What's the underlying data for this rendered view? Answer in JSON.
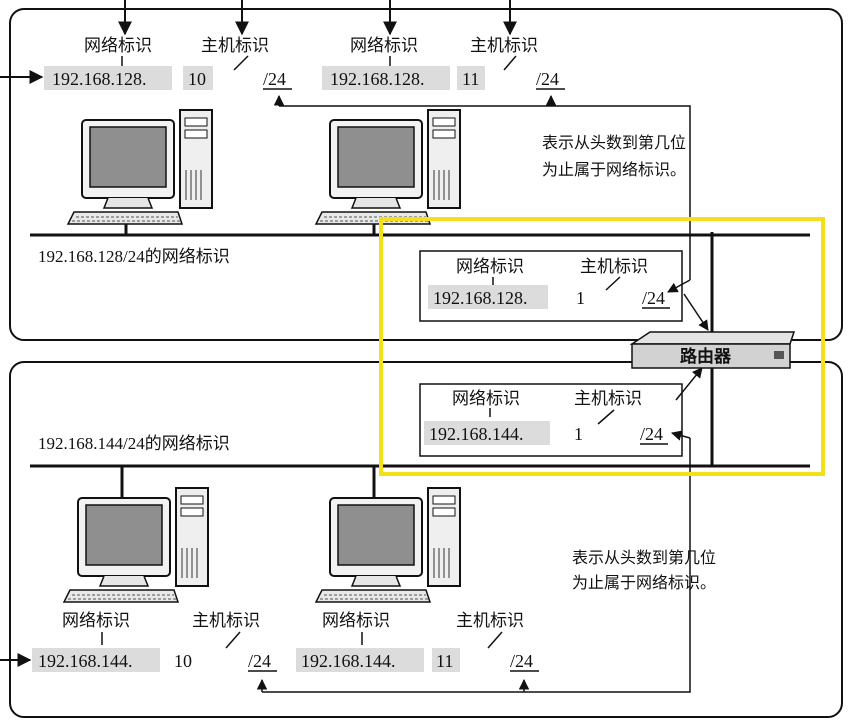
{
  "labels": {
    "network_id": "网络标识",
    "host_id": "主机标识"
  },
  "top_segment": {
    "network_caption": "192.168.128/24的网络标识",
    "host_a": {
      "network": "192.168.128.",
      "host": "10",
      "prefix": "/24"
    },
    "host_b": {
      "network": "192.168.128.",
      "host": "11",
      "prefix": "/24"
    },
    "router_if": {
      "network": "192.168.128.",
      "host": "1",
      "prefix": "/24"
    },
    "note_line1": "表示从头数到第几位",
    "note_line2": "为止属于网络标识。"
  },
  "bottom_segment": {
    "network_caption": "192.168.144/24的网络标识",
    "host_a": {
      "network": "192.168.144.",
      "host": "10",
      "prefix": "/24"
    },
    "host_b": {
      "network": "192.168.144.",
      "host": "11",
      "prefix": "/24"
    },
    "router_if": {
      "network": "192.168.144.",
      "host": "1",
      "prefix": "/24"
    },
    "note_line1": "表示从头数到第几位",
    "note_line2": "为止属于网络标识。"
  },
  "router": {
    "label": "路由器"
  },
  "colors": {
    "highlight_box": "#f4e01a",
    "address_shade": "#dcdcdc"
  }
}
